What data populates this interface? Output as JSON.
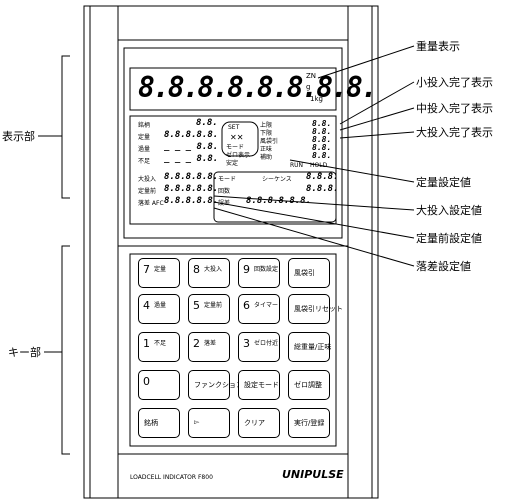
{
  "left_labels": {
    "display": "表示部",
    "keys": "キー部"
  },
  "callouts": {
    "weight": "重量表示",
    "small_done": "小投入完了表示",
    "medium_done": "中投入完了表示",
    "large_done": "大投入完了表示",
    "fixed_set": "定量設定値",
    "large_set": "大投入設定値",
    "prefixed_set": "定量前設定値",
    "fall_set": "落差設定値"
  },
  "main_display": {
    "digits": "8.8.8.8.8.8.8.8.",
    "unit_top": "ZN",
    "unit_mid": "g",
    "unit_bottom": "1kg"
  },
  "panel_left": {
    "rows": [
      {
        "label": "銘柄",
        "value": "8.8."
      },
      {
        "label": "定量",
        "value": "8.8.8.8.8."
      },
      {
        "label": "過量",
        "value": "_ _ _ 8.8."
      },
      {
        "label": "不足",
        "value": "_ _ _ 8.8."
      }
    ]
  },
  "panel_mid": {
    "box": "SET",
    "rows": [
      "モード",
      "ゼロ表示",
      "安定"
    ]
  },
  "panel_right": {
    "rows": [
      {
        "label": "上限",
        "value": "8.8."
      },
      {
        "label": "下限",
        "value": "8.8."
      },
      {
        "label": "風袋引",
        "value": "8.8."
      },
      {
        "label": "正味",
        "value": "8.8."
      },
      {
        "label": "補助",
        "value": "8.8."
      }
    ],
    "run": "RUN",
    "hold": "HOLD"
  },
  "panel_lower": {
    "rows": [
      {
        "label": "大投入",
        "value": "8.8.8.8.8."
      },
      {
        "label": "定量前",
        "value": "8.8.8.8.8."
      },
      {
        "label": "落差 AFC",
        "value": "8.8.8.8.8."
      }
    ],
    "mid_rows": [
      "モード",
      "回数",
      "誤差"
    ],
    "seq_label": "シーケンス",
    "seq_value": "8.8.8.",
    "right_values": [
      "8.8.8.",
      "8.8.8.8.8.8."
    ]
  },
  "keys": [
    {
      "num": "7",
      "label": "定量"
    },
    {
      "num": "8",
      "label": "大投入"
    },
    {
      "num": "9",
      "label": "回数設定"
    },
    {
      "num": "",
      "label": "風袋引"
    },
    {
      "num": "4",
      "label": "過量"
    },
    {
      "num": "5",
      "label": "定量前"
    },
    {
      "num": "6",
      "label": "タイマー"
    },
    {
      "num": "",
      "label": "風袋引リセット"
    },
    {
      "num": "1",
      "label": "不足"
    },
    {
      "num": "2",
      "label": "落差"
    },
    {
      "num": "3",
      "label": "ゼロ付近"
    },
    {
      "num": "",
      "label": "総重量/正味"
    },
    {
      "num": "0",
      "label": ""
    },
    {
      "num": "",
      "label": "ファンクション"
    },
    {
      "num": "",
      "label": "設定モード"
    },
    {
      "num": "",
      "label": "ゼロ調整"
    },
    {
      "num": "",
      "label": "銘柄"
    },
    {
      "num": "",
      "label": "▻"
    },
    {
      "num": "",
      "label": "クリア"
    },
    {
      "num": "",
      "label": "実行/登録"
    }
  ],
  "footer": {
    "model": "LOADCELL INDICATOR F800",
    "brand": "UNIPULSE"
  }
}
